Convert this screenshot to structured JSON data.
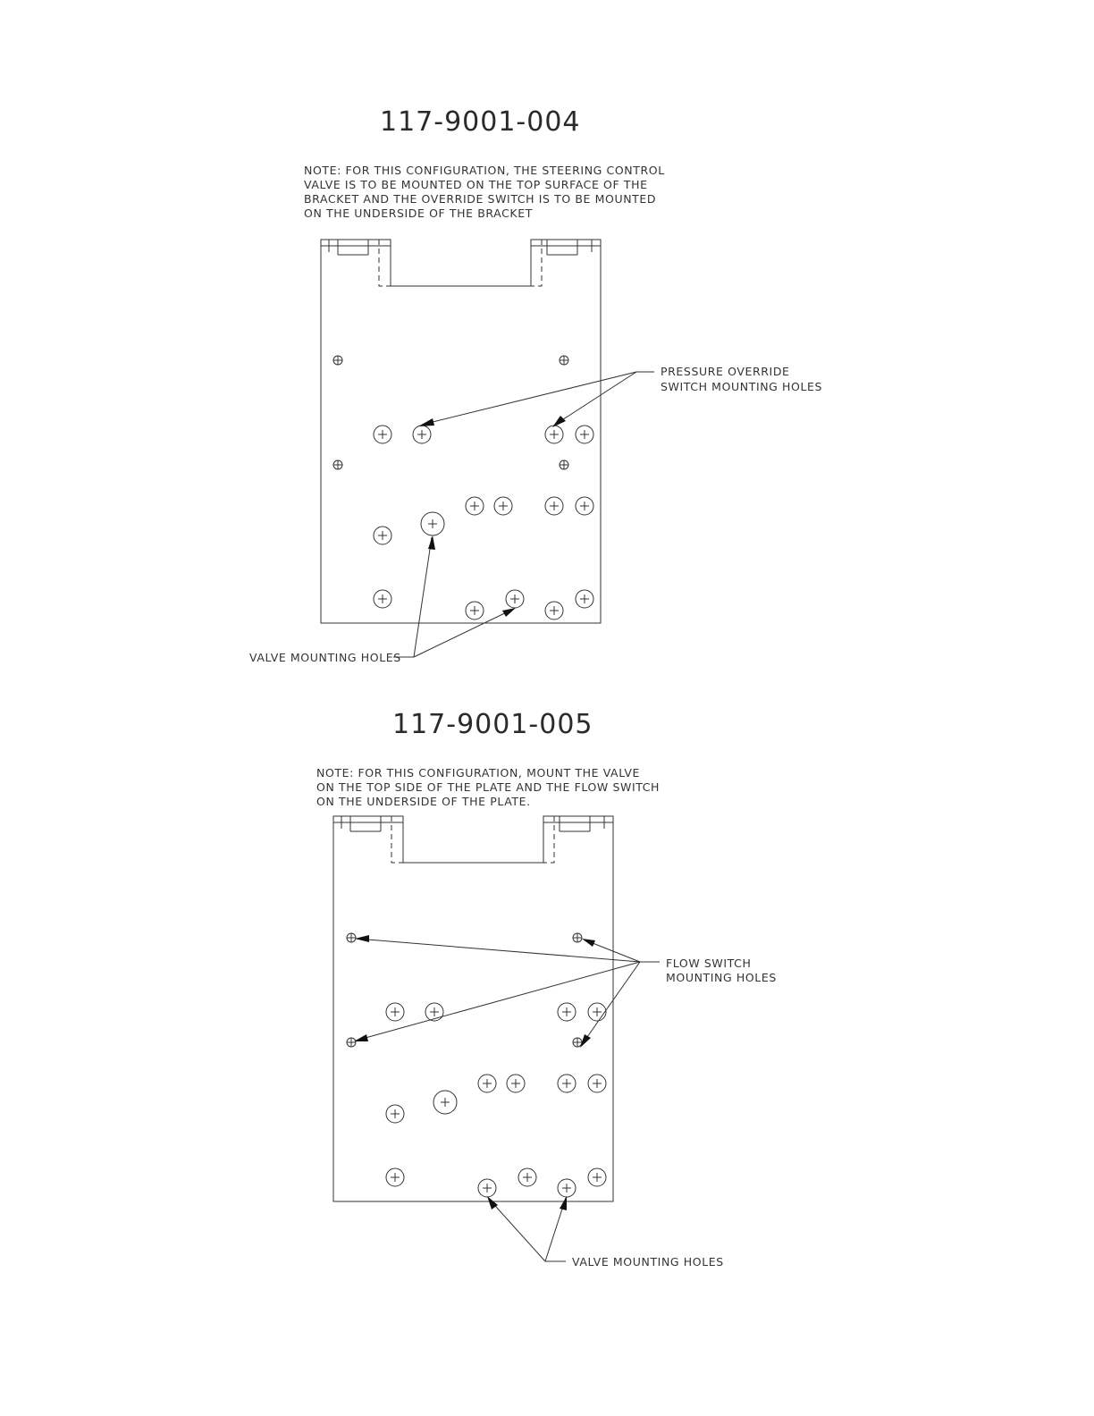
{
  "views": [
    {
      "part_number": "117-9001-004",
      "note_lines": [
        "NOTE:  FOR THIS CONFIGURATION, THE STEERING CONTROL",
        "VALVE IS TO BE MOUNTED ON THE TOP SURFACE OF THE",
        "BRACKET AND THE OVERRIDE SWITCH IS TO BE MOUNTED",
        "ON THE UNDERSIDE OF THE BRACKET"
      ],
      "callouts": [
        {
          "lines": [
            "PRESSURE OVERRIDE",
            "SWITCH MOUNTING HOLES"
          ]
        },
        {
          "lines": [
            "VALVE MOUNTING HOLES"
          ]
        }
      ]
    },
    {
      "part_number": "117-9001-005",
      "note_lines": [
        "NOTE:  FOR THIS CONFIGURATION, MOUNT THE VALVE",
        "ON THE TOP SIDE OF THE PLATE AND THE FLOW SWITCH",
        "ON THE UNDERSIDE OF THE PLATE."
      ],
      "callouts": [
        {
          "lines": [
            "FLOW SWITCH",
            "MOUNTING HOLES"
          ]
        },
        {
          "lines": [
            "VALVE MOUNTING HOLES"
          ]
        }
      ]
    }
  ]
}
